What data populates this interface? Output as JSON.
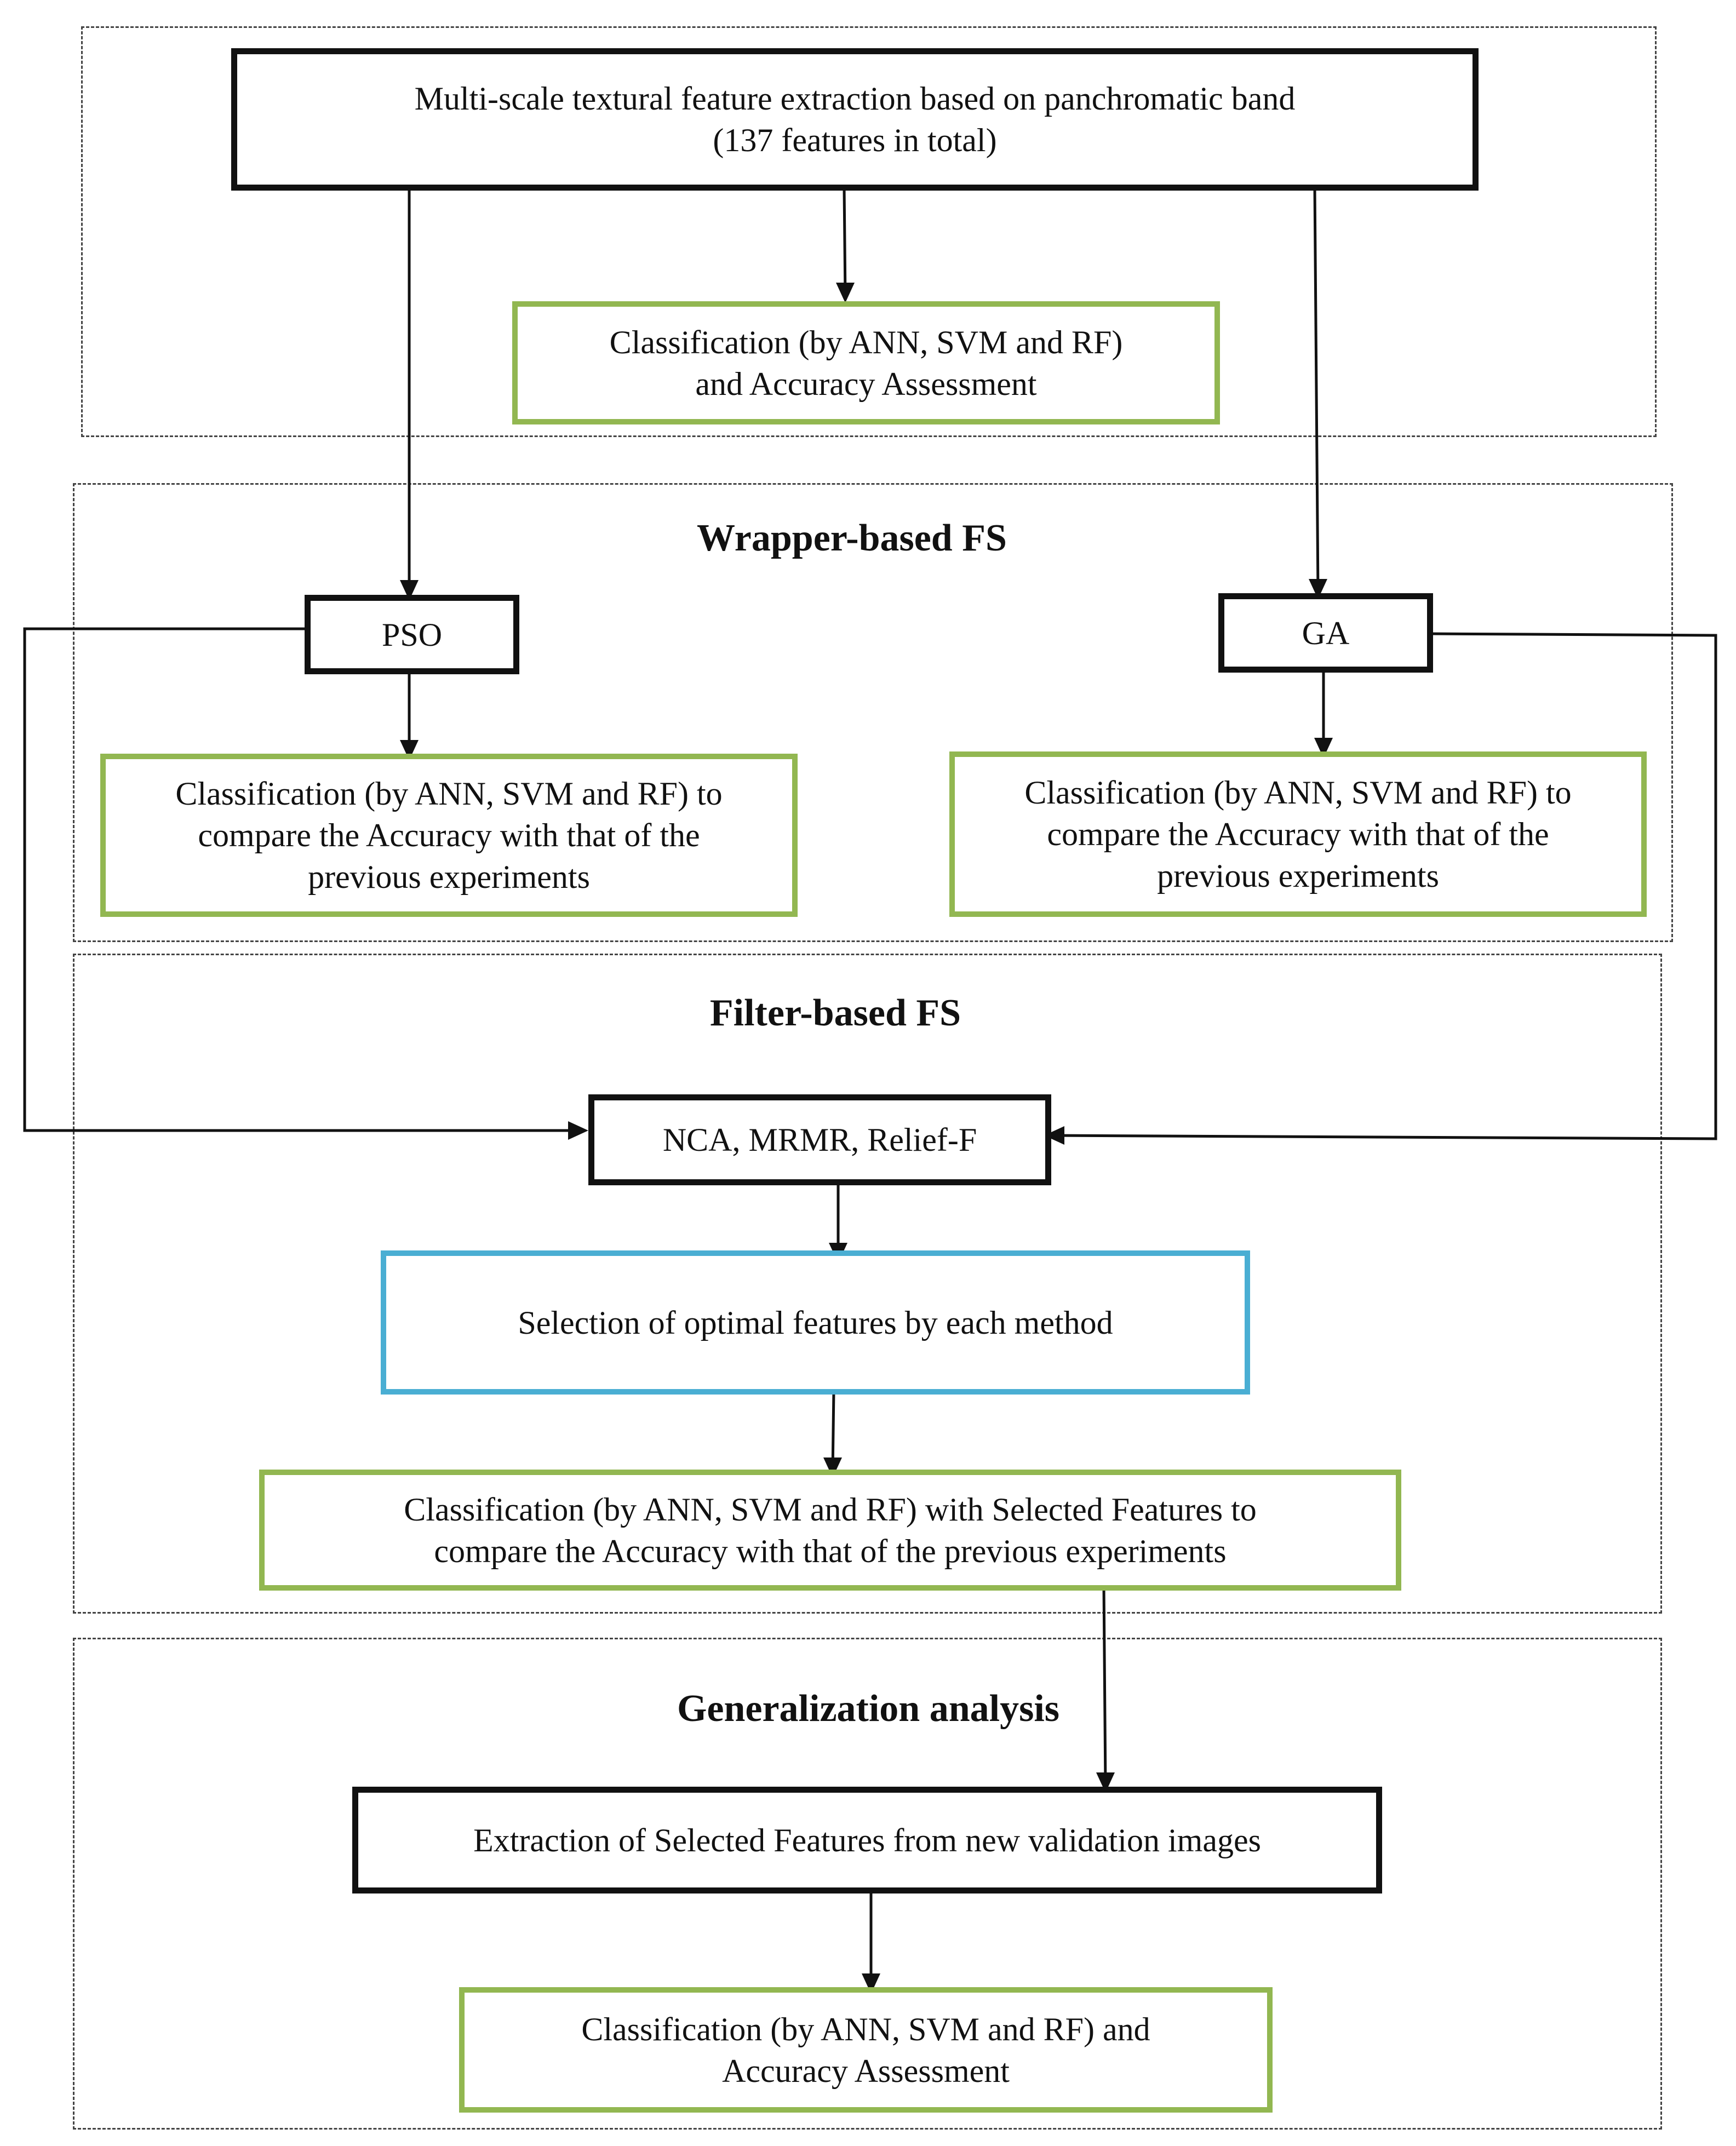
{
  "colors": {
    "outline": "#111111",
    "accent_green": "#92b751",
    "accent_blue": "#4aaed3",
    "region_border": "#444444"
  },
  "sections": {
    "wrapper": "Wrapper-based FS",
    "filter": "Filter-based FS",
    "generalization": "Generalization analysis"
  },
  "nodes": {
    "extraction": {
      "line1": "Multi-scale textural feature extraction based on panchromatic band",
      "line2": "(137 features in total)"
    },
    "baseline_classification": {
      "line1": "Classification (by ANN, SVM and RF)",
      "line2": "and Accuracy Assessment"
    },
    "pso": "PSO",
    "ga": "GA",
    "pso_classification": {
      "line1": "Classification (by ANN, SVM and RF) to",
      "line2": "compare the Accuracy with that of the",
      "line3": "previous experiments"
    },
    "ga_classification": {
      "line1": "Classification (by ANN, SVM and RF) to",
      "line2": "compare the Accuracy with that of the",
      "line3": "previous experiments"
    },
    "filters": "NCA, MRMR, Relief-F",
    "selection": "Selection of optimal features by each method",
    "selected_classification": {
      "line1": "Classification (by ANN, SVM and RF) with Selected Features to",
      "line2": "compare the Accuracy with that of the previous experiments"
    },
    "validation_extraction": "Extraction of Selected Features from new validation images",
    "final_classification": {
      "line1": "Classification (by ANN, SVM and RF) and",
      "line2": "Accuracy Assessment"
    }
  }
}
